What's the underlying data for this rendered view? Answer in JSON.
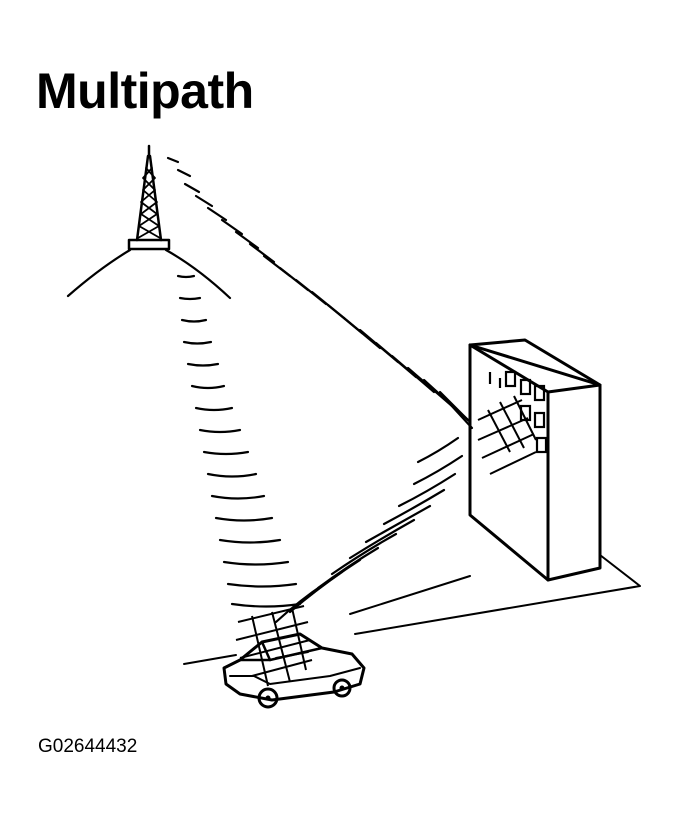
{
  "title": "Multipath",
  "figure_id": "G02644432",
  "colors": {
    "ink": "#000000",
    "paper": "#ffffff"
  },
  "elements": [
    "transmission-tower",
    "radio-waves",
    "building",
    "car"
  ]
}
